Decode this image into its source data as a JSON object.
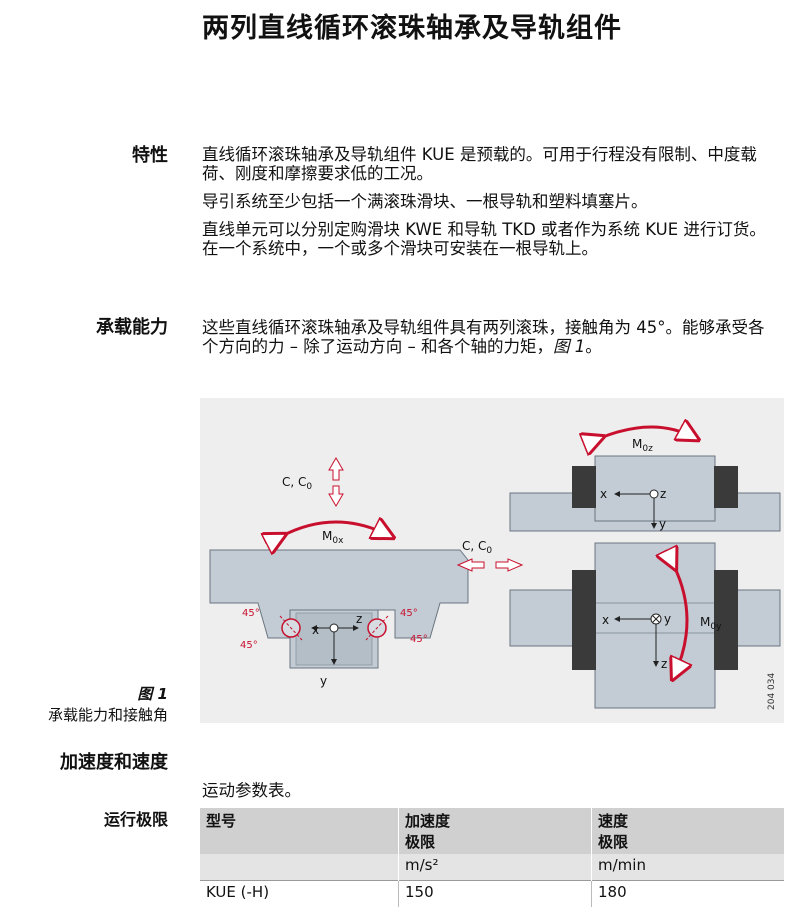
{
  "title": "两列直线循环滚珠轴承及导轨组件",
  "sections": {
    "features": {
      "label": "特性",
      "paragraphs": [
        "直线循环滚珠轴承及导轨组件 KUE 是预载的。可用于行程没有限制、中度载荷、刚度和摩擦要求低的工况。",
        "导引系统至少包括一个满滚珠滑块、一根导轨和塑料填塞片。",
        "直线单元可以分别定购滑块 KWE 和导轨 TKD 或者作为系统 KUE 进行订货。在一个系统中，一个或多个滑块可安装在一根导轨上。"
      ]
    },
    "load": {
      "label": "承载能力",
      "text": "这些直线循环滚珠轴承及导轨组件具有两列滚珠，接触角为 45°。能够承受各个方向的力 – 除了运动方向 – 和各个轴的力矩，",
      "ref": "图 1",
      "end": "。"
    },
    "accel": {
      "label": "加速度和速度"
    },
    "limits": {
      "label": "运行极限",
      "intro": "运动参数表。"
    }
  },
  "figure": {
    "caption_num": "图 1",
    "caption_text": "承载能力和接触角",
    "code": "204 034",
    "labels": {
      "c": "C, C",
      "c_sub": "0",
      "mox": "M",
      "mox_sub": "0x",
      "moz": "M",
      "moz_sub": "0z",
      "moy": "M",
      "moy_sub": "0y",
      "x": "x",
      "y": "y",
      "z": "z",
      "angle": "45°"
    }
  },
  "table": {
    "headers": [
      [
        "型号"
      ],
      [
        "加速度",
        "极限"
      ],
      [
        "速度",
        "极限"
      ]
    ],
    "units": [
      "",
      "m/s²",
      "m/min"
    ],
    "rows": [
      [
        "KUE (-H)",
        "150",
        "180"
      ]
    ]
  },
  "colors": {
    "accent": "#c8102e",
    "steel": "#c3ccd4",
    "dark": "#3a3a3a"
  }
}
